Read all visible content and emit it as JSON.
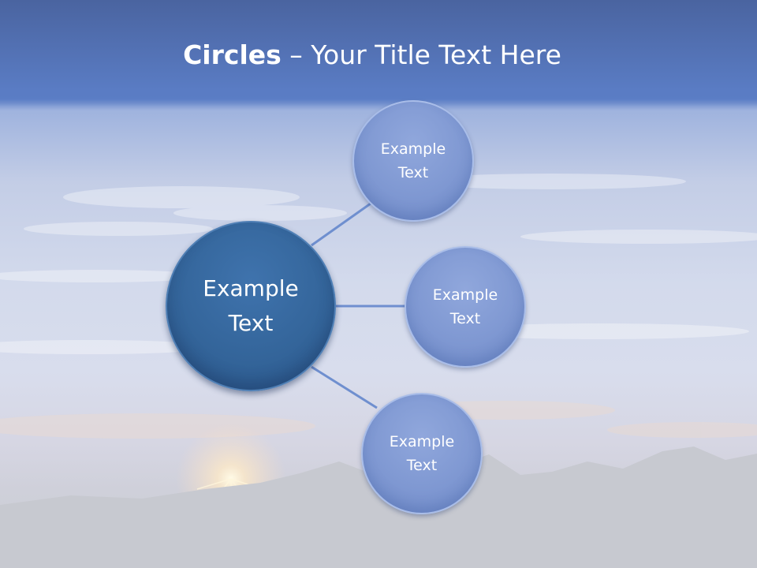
{
  "slide": {
    "title_bold": "Circles",
    "title_rest": " – Your Title Text Here"
  },
  "diagram": {
    "center": {
      "label_line1": "Example",
      "label_line2": "Text"
    },
    "satellites": [
      {
        "label_line1": "Example",
        "label_line2": "Text"
      },
      {
        "label_line1": "Example",
        "label_line2": "Text"
      },
      {
        "label_line1": "Example",
        "label_line2": "Text"
      }
    ]
  },
  "colors": {
    "title_band": "#5a7cc4",
    "center_circle": "#336499",
    "satellite_circle": "#7f98d2",
    "connector": "#6f8fcf"
  }
}
